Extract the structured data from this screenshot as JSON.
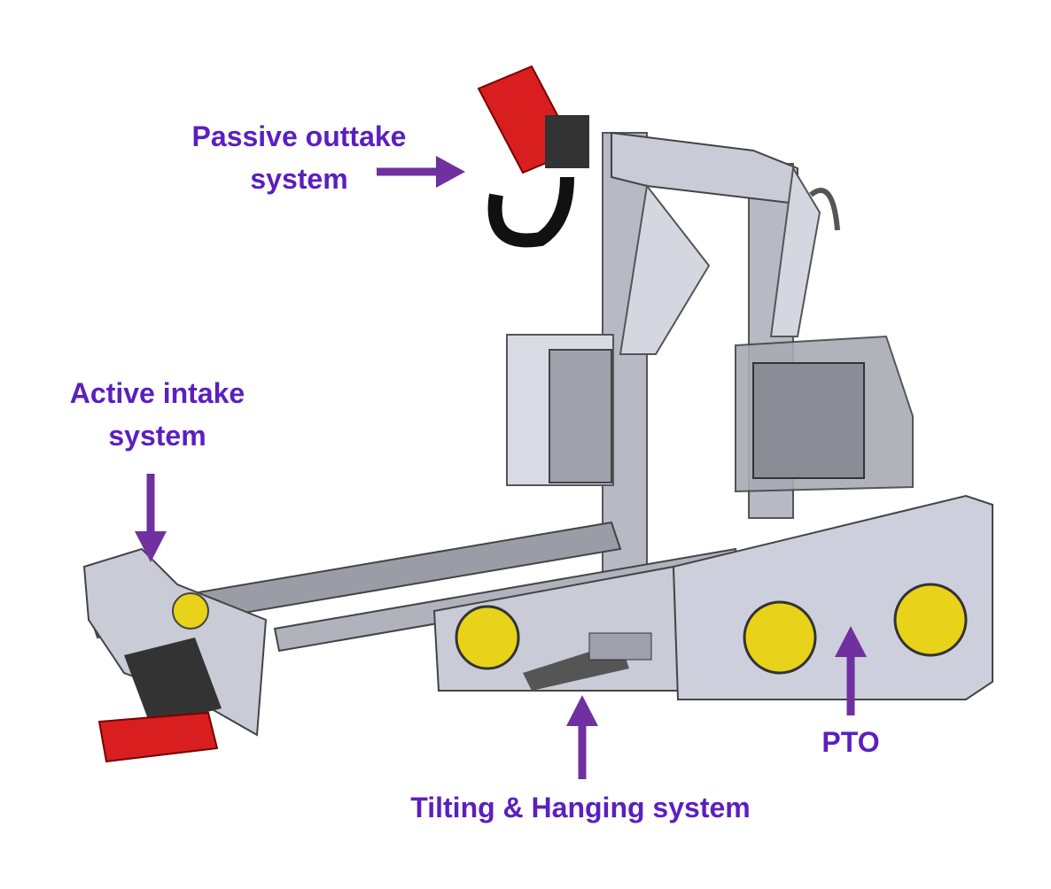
{
  "labels": {
    "outtake": "Passive outtake system",
    "intake": "Active intake system",
    "tilting": "Tilting & Hanging system",
    "pto": "PTO"
  },
  "colors": {
    "label": "#5b1fbf",
    "arrow": "#7030a0",
    "frame": "#c9cbd6",
    "frame_dark": "#6b6e78",
    "game_element": "#d81e1e",
    "wheel": "#e8d21a"
  }
}
